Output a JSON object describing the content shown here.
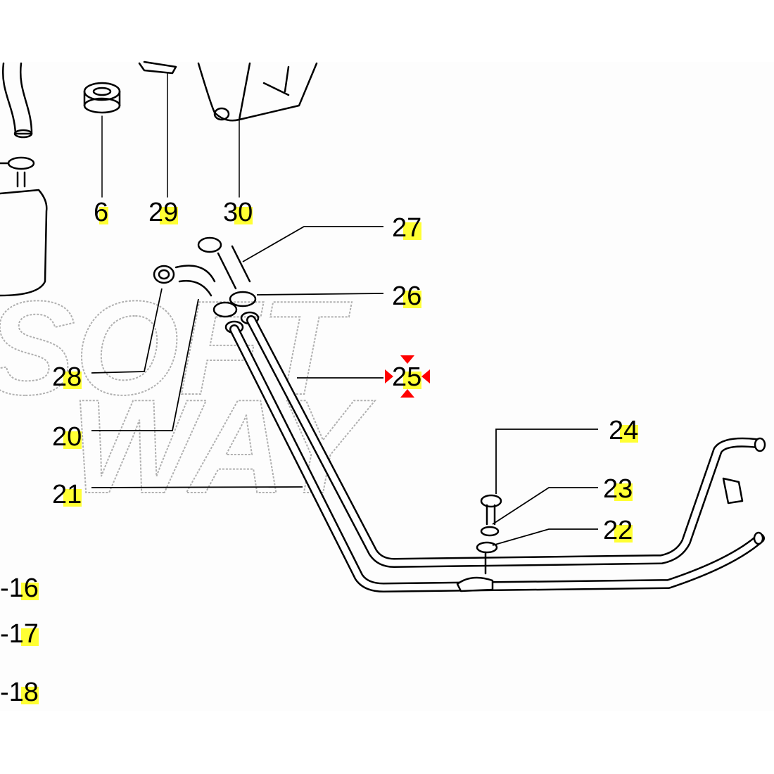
{
  "watermark": "SOFT WAY",
  "callouts": [
    {
      "id": "6",
      "label": "6"
    },
    {
      "id": "29",
      "label": "29"
    },
    {
      "id": "30",
      "label": "30"
    },
    {
      "id": "27",
      "label": "27"
    },
    {
      "id": "26",
      "label": "26"
    },
    {
      "id": "25",
      "label": "25",
      "selected": true
    },
    {
      "id": "28",
      "label": "28"
    },
    {
      "id": "20",
      "label": "20"
    },
    {
      "id": "21",
      "label": "21"
    },
    {
      "id": "24",
      "label": "24"
    },
    {
      "id": "23",
      "label": "23"
    },
    {
      "id": "22",
      "label": "22"
    },
    {
      "id": "16",
      "label": "-16"
    },
    {
      "id": "17",
      "label": "-17"
    },
    {
      "id": "18",
      "label": "-18"
    }
  ],
  "colors": {
    "highlight": "#ffff33",
    "marker": "#ff0000",
    "line": "#000000",
    "watermark": "#b0b0b0"
  }
}
